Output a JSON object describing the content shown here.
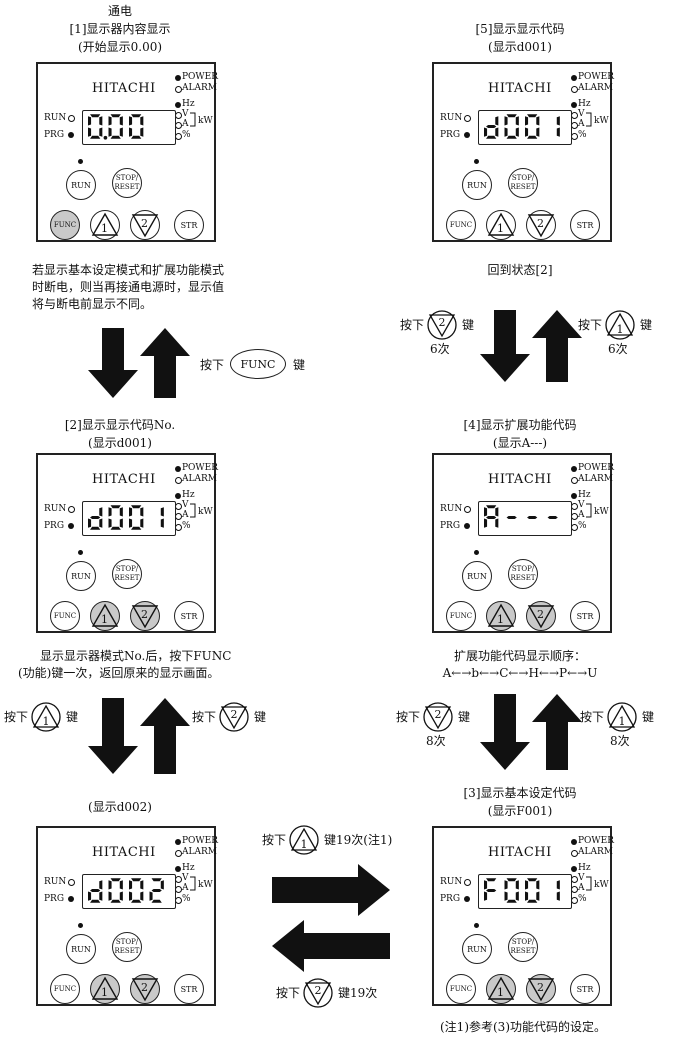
{
  "top_left": {
    "title1": "通电",
    "title2": "[1]显示器内容显示",
    "title3": "(开始显示0.00)",
    "display": "0.00",
    "note": [
      "若显示基本设定模式和扩展功能模式",
      "时断电，则当再接通电源时，显示值",
      "将与断电前显示不同。"
    ]
  },
  "top_right": {
    "title1": "[5]显示显示代码",
    "title2": "(显示d001)",
    "display": "d001",
    "note": "回到状态[2]"
  },
  "mid_left": {
    "title1": "[2]显示显示代码No.",
    "title2": "(显示d001)",
    "display": "d001",
    "note": [
      "显示显示器模式No.后，按下FUNC",
      "(功能)键一次，返回原来的显示画面。"
    ]
  },
  "mid_right": {
    "title1": "[4]显示扩展功能代码",
    "title2": "(显示A---)",
    "display": "A---",
    "note1": "扩展功能代码显示顺序：",
    "note2": "A←→b←→C←→H←→P←→U"
  },
  "bot_left": {
    "title1": "(显示d002)",
    "display": "d002"
  },
  "bot_right": {
    "title1": "[3]显示基本设定代码",
    "title2": "(显示F001)",
    "display": "F001",
    "footnote": "(注1)参考(3)功能代码的设定。"
  },
  "panel": {
    "brand": "HITACHI",
    "power": "POWER",
    "alarm": "ALARM",
    "hz": "Hz",
    "v": "V",
    "a": "A",
    "kw": "kW",
    "pct": "%",
    "run_label": "RUN",
    "prg_label": "PRG",
    "btn_run": "RUN",
    "btn_stop": "STOP/\nRESET",
    "btn_func": "FUNC",
    "btn_up": "1",
    "btn_down": "2",
    "btn_str": "STR"
  },
  "labels": {
    "press": "按下",
    "key": "键",
    "func": "FUNC",
    "six_times": "6次",
    "eight_times": "8次",
    "up19": "键19次(注1)",
    "down19": "键19次"
  }
}
